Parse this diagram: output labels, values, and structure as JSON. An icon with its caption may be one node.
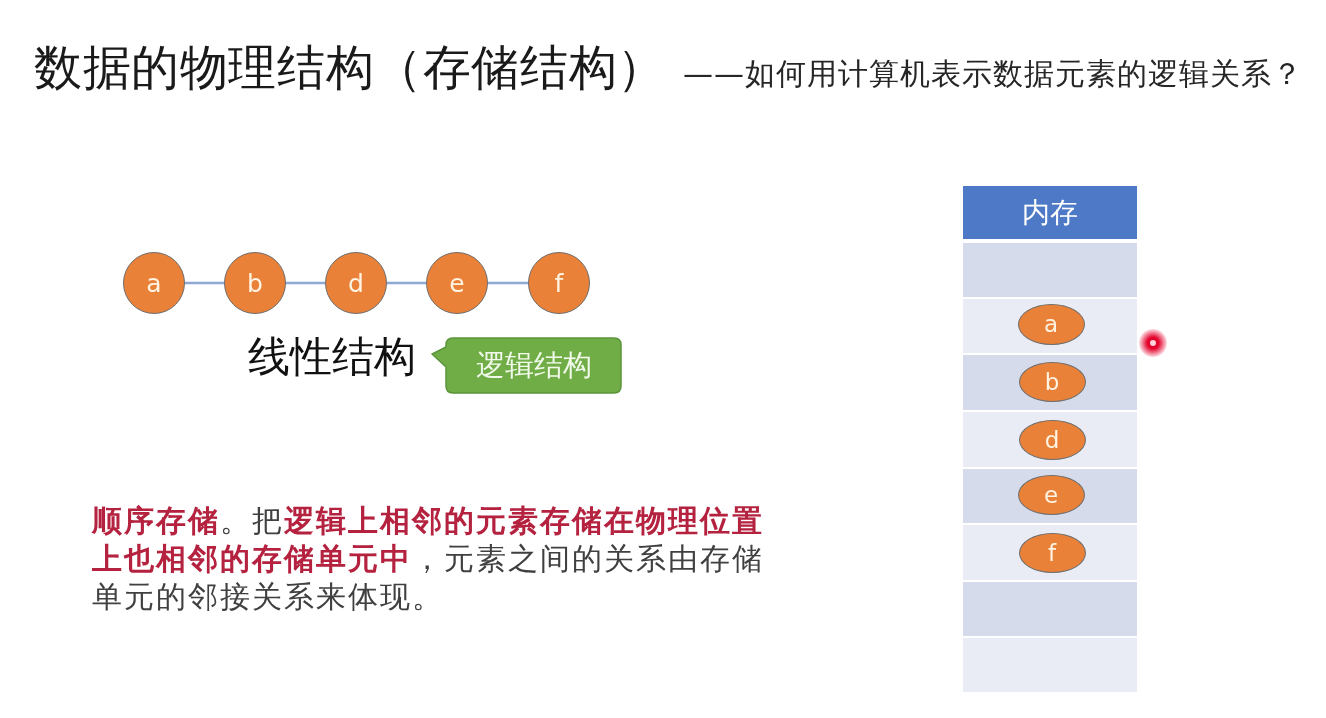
{
  "diagram": {
    "title": "数据的物理结构（存储结构）",
    "nodes": [
      {
        "text": [
          "a"
        ]
      },
      {
        "text": [
          "b"
        ]
      },
      {
        "text": [
          "d"
        ]
      },
      {
        "text": [
          "e"
        ]
      },
      {
        "text": [
          "f"
        ]
      },
      {
        "text": [
          "逻辑结构"
        ]
      },
      {
        "text": [
          "内存"
        ]
      },
      {
        "text": [],
        "shape": "box"
      },
      {
        "text": [],
        "shape": "box"
      },
      {
        "text": [
          "a"
        ],
        "in": 8
      },
      {
        "text": [],
        "shape": "box"
      },
      {
        "text": [
          "b"
        ],
        "in": 10
      },
      {
        "text": [],
        "shape": "box"
      },
      {
        "text": [
          "d"
        ],
        "in": 12
      },
      {
        "text": [],
        "shape": "box"
      },
      {
        "text": [
          "e"
        ],
        "in": 14
      },
      {
        "text": [],
        "shape": "box"
      },
      {
        "text": [
          "f"
        ],
        "in": 16
      },
      {
        "text": [],
        "shape": "box"
      },
      {
        "text": [],
        "shape": "box"
      }
    ],
    "edges": [
      {
        "from": 0,
        "to": 1,
        "arrow": "none"
      },
      {
        "from": 1,
        "to": 2,
        "arrow": "none"
      },
      {
        "from": 2,
        "to": 3,
        "arrow": "none"
      },
      {
        "from": 3,
        "to": 4,
        "arrow": "none"
      }
    ],
    "labels": [
      "——如何用计算机表示数据元素的逻辑关系？",
      "线性结构",
      "**顺序存储**。把**逻辑上相邻的元素存储在物理位置上也相邻的存储单元中**，元素之间的关系由存储单元的邻接关系来体现。"
    ]
  }
}
